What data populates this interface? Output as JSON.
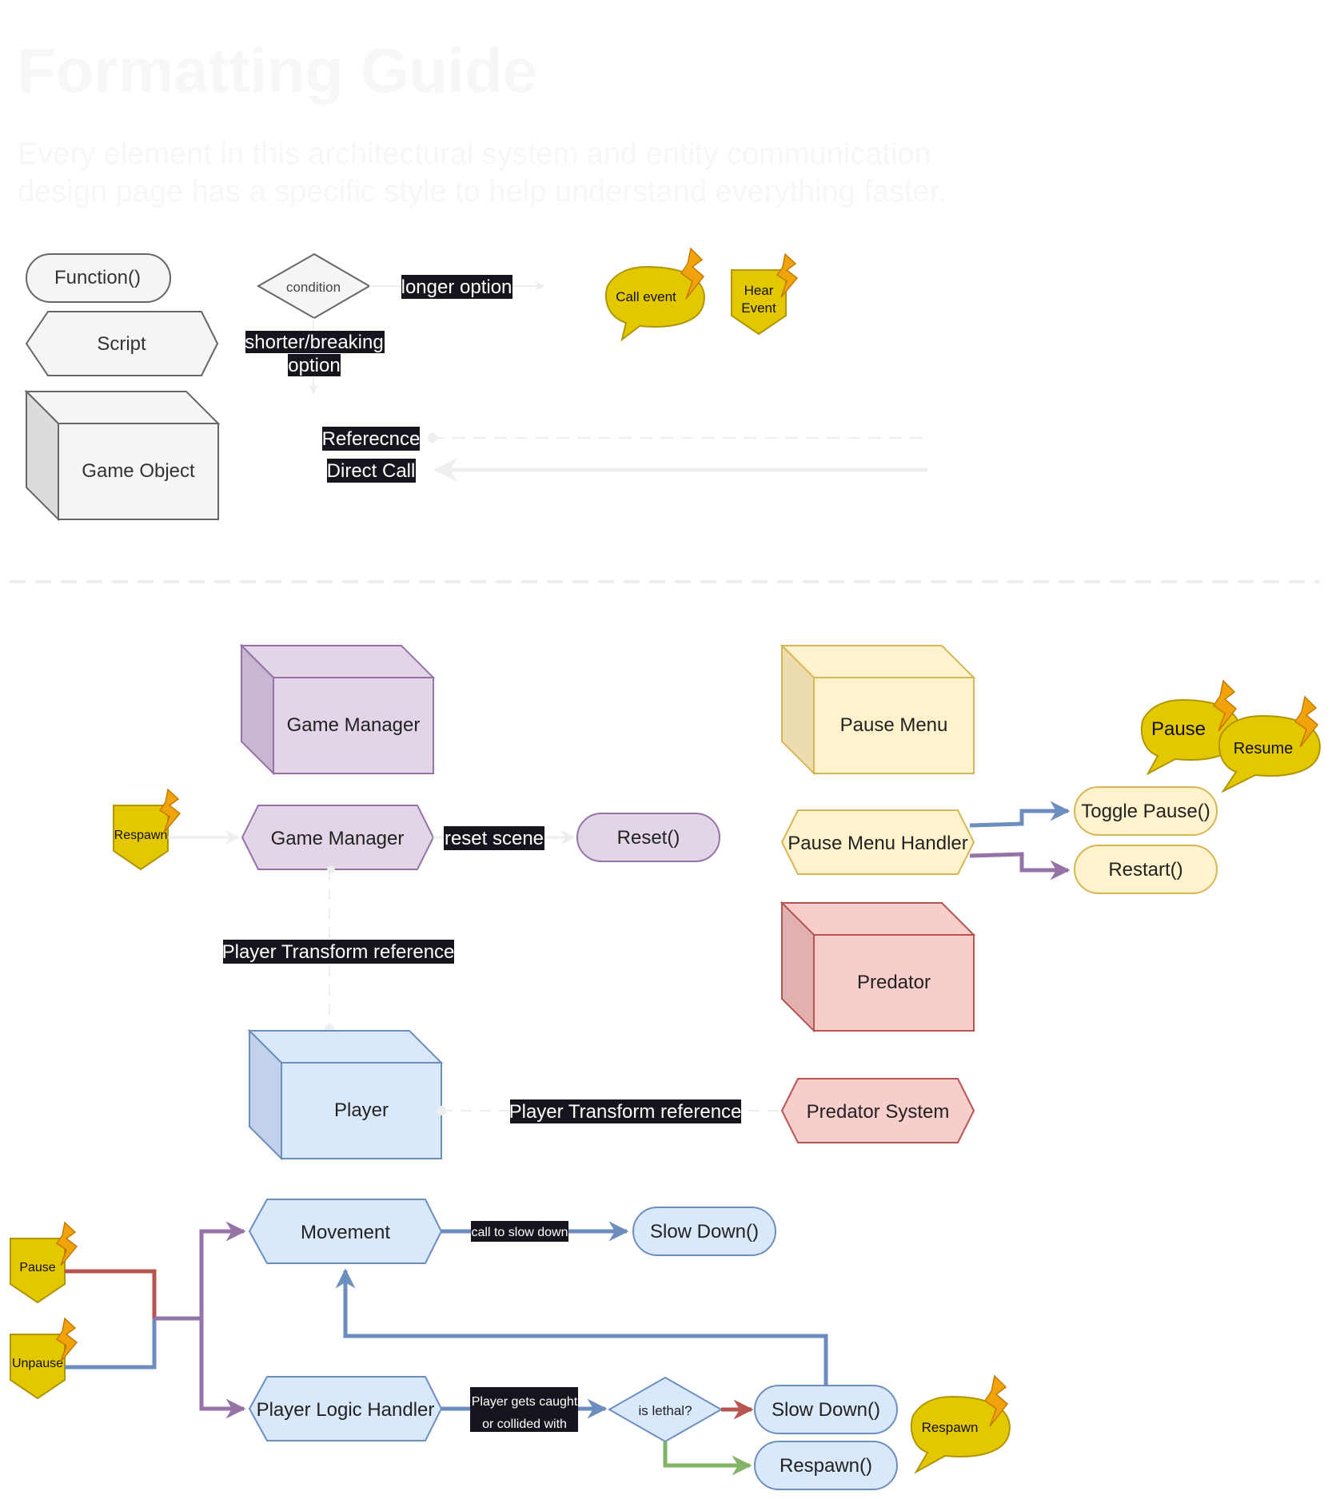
{
  "header": {
    "title": "Formatting Guide",
    "subtitle_line1": "Every element in this architectural system and entity communication",
    "subtitle_line2": "design page has a specific style to help understand everything faster."
  },
  "legend": {
    "function": "Function()",
    "script": "Script",
    "game_object": "Game Object",
    "condition": "condition",
    "longer_option": "longer option",
    "shorter_option_line1": "shorter/breaking",
    "shorter_option_line2": "option",
    "call_event": "Call event",
    "hear_event_line1": "Hear",
    "hear_event_line2": "Event",
    "reference": "Referecnce",
    "direct_call": "Direct Call"
  },
  "game_manager": {
    "object": "Game Manager",
    "script": "Game Manager",
    "respawn_event": "Respawn",
    "reset_scene": "reset scene",
    "reset_fn": "Reset()",
    "player_transform_ref": "Player Transform reference"
  },
  "pause_menu": {
    "object": "Pause Menu",
    "handler": "Pause Menu Handler",
    "toggle_pause": "Toggle Pause()",
    "restart": "Restart()",
    "pause_event": "Pause",
    "resume_event": "Resume"
  },
  "predator": {
    "object": "Predator",
    "system": "Predator System",
    "player_transform_ref": "Player Transform reference"
  },
  "player": {
    "object": "Player",
    "movement": "Movement",
    "call_slow_down": "call to slow down",
    "slow_down_fn": "Slow Down()",
    "logic_handler": "Player Logic Handler",
    "caught_line1": "Player gets caught",
    "caught_line2": "or collided with",
    "is_lethal": "is lethal?",
    "slow_down_fn2": "Slow Down()",
    "respawn_fn": "Respawn()",
    "pause_event": "Pause",
    "unpause_event": "Unpause",
    "respawn_call_event": "Respawn"
  },
  "colors": {
    "grey_fill": "#f5f5f5",
    "grey_stroke": "#666666",
    "purple_fill": "#e1d5e7",
    "purple_stroke": "#9673a6",
    "yellow_fill": "#fff2cc",
    "yellow_stroke": "#d6b656",
    "red_fill": "#f8cecc",
    "red_stroke": "#b85450",
    "blue_fill": "#dae8fc",
    "blue_stroke": "#6c8ebf",
    "event_fill": "#e3c800",
    "bolt_fill": "#f0a30a",
    "green_arrow": "#82b366",
    "label_bg": "#18141d"
  }
}
